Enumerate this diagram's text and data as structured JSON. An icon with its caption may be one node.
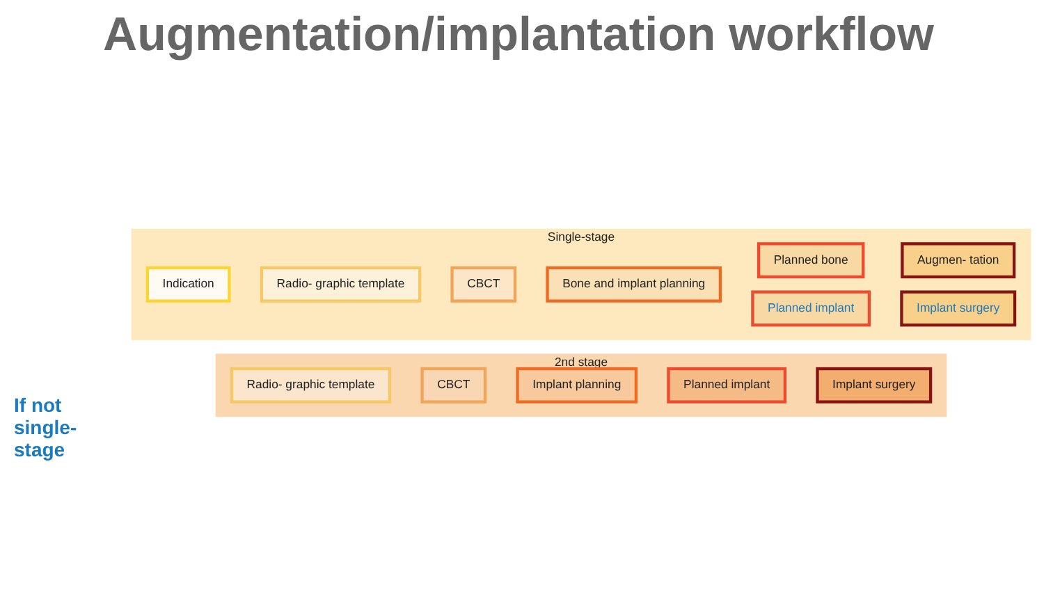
{
  "diagram": {
    "title": "Augmentation/implantation workflow",
    "nodes": [
      {
        "text": [
          "Single-stage"
        ]
      },
      {
        "text": [
          "Indication"
        ],
        "in": 0
      },
      {
        "text": [
          "Radio- graphic template"
        ],
        "in": 0
      },
      {
        "text": [
          "CBCT"
        ],
        "in": 0
      },
      {
        "text": [
          "Bone and implant planning"
        ],
        "in": 0
      },
      {
        "text": [
          "Planned bone"
        ],
        "in": 0
      },
      {
        "text": [
          "Planned implant"
        ],
        "in": 0
      },
      {
        "text": [
          "Augmen- tation"
        ],
        "in": 0
      },
      {
        "text": [
          "Implant surgery"
        ],
        "in": 0
      },
      {
        "text": [
          "2nd stage"
        ]
      },
      {
        "text": [
          "Radio- graphic template"
        ],
        "in": 9
      },
      {
        "text": [
          "CBCT"
        ],
        "in": 9
      },
      {
        "text": [
          "Implant planning"
        ],
        "in": 9
      },
      {
        "text": [
          "Planned implant"
        ],
        "in": 9
      },
      {
        "text": [
          "Implant surgery"
        ],
        "in": 9
      }
    ],
    "edges": [],
    "labels": [
      "If not single-stage"
    ]
  }
}
